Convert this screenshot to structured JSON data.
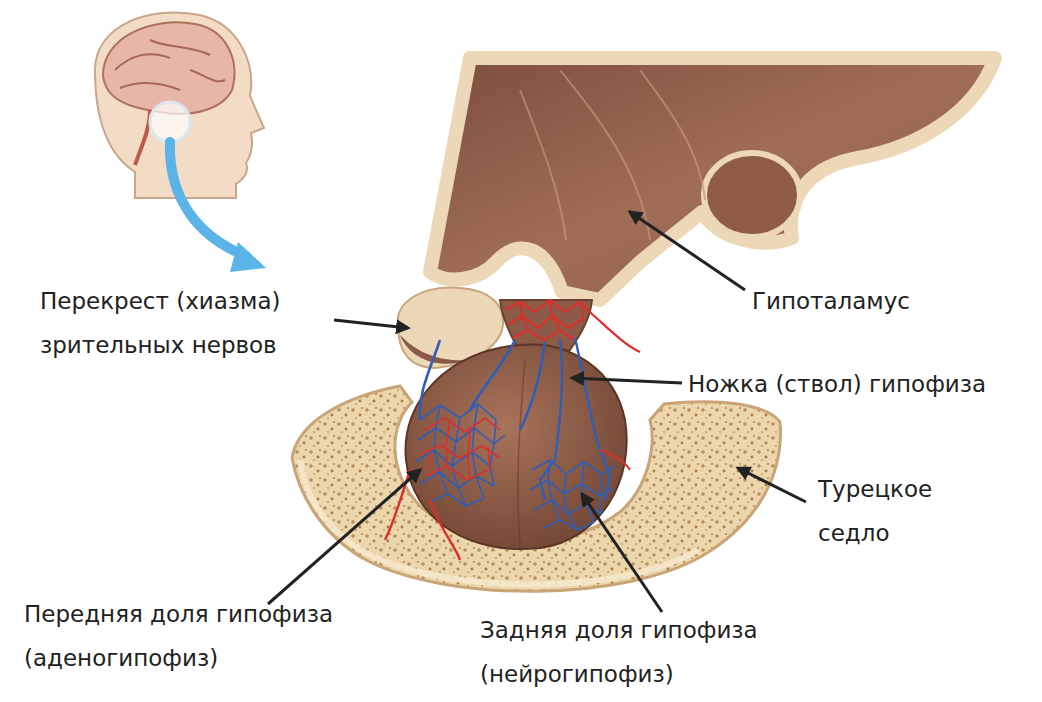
{
  "diagram": {
    "labels": [
      "Перекрест (хиазма) зрительных нервов",
      "Гипоталамус",
      "Ножка (ствол) гипофиза",
      "Турецкое седло",
      "Передняя доля гипофиза (аденогипофиз)",
      "Задняя доля гипофиза (нейрогипофиз)"
    ]
  }
}
